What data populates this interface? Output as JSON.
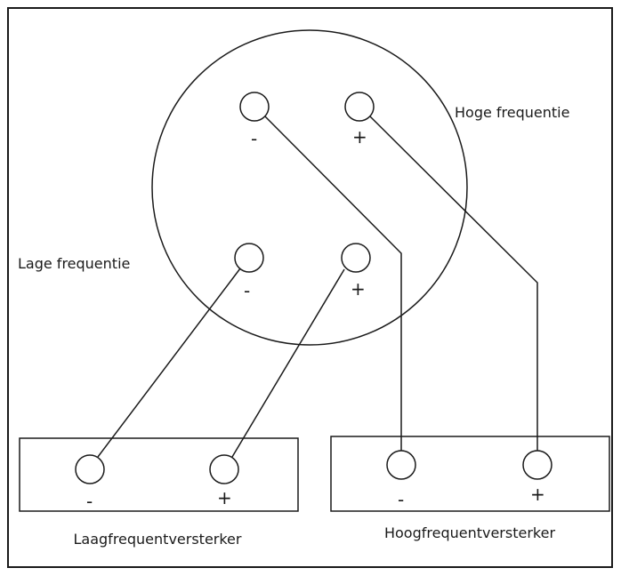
{
  "labels": {
    "high_frequency": "Hoge frequentie",
    "low_frequency": "Lage frequentie",
    "low_amp": "Laagfrequentversterker",
    "high_amp": "Hoogfrequentversterker"
  },
  "terminals": {
    "speaker_high_minus": "-",
    "speaker_high_plus": "+",
    "speaker_low_minus": "-",
    "speaker_low_plus": "+",
    "low_amp_minus": "-",
    "low_amp_plus": "+",
    "high_amp_minus": "-",
    "high_amp_plus": "+"
  }
}
